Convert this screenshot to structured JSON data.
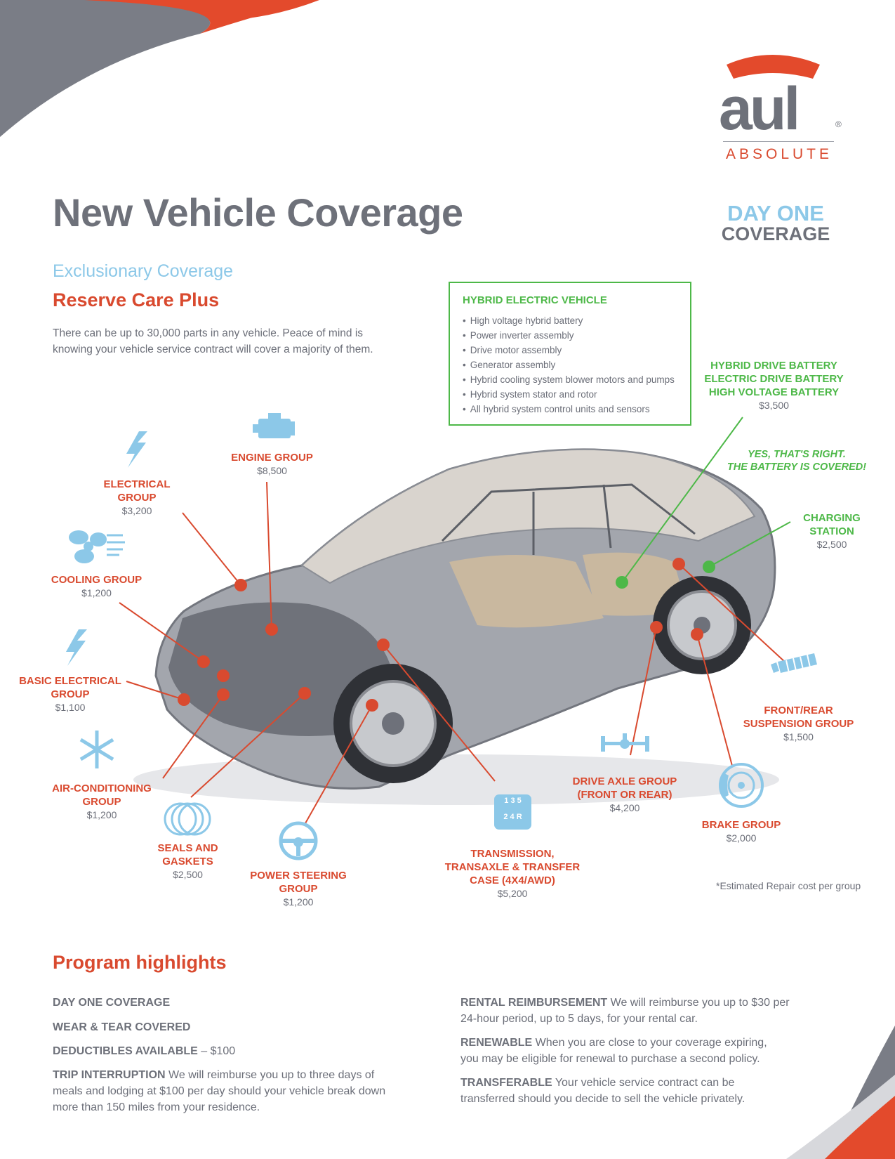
{
  "brand": {
    "logo_word": "aul",
    "logo_registered": "®",
    "logo_sub": "ABSOLUTE",
    "colors": {
      "red": "#d94a2f",
      "gray": "#6e717a",
      "light_blue": "#8cc8e8",
      "green": "#4db848"
    }
  },
  "header": {
    "title": "New Vehicle Coverage",
    "badge_line1": "DAY ONE",
    "badge_line2": "COVERAGE"
  },
  "intro": {
    "coverage_type": "Exclusionary Coverage",
    "plan_name": "Reserve Care Plus",
    "description": "There can be up to 30,000 parts in any vehicle. Peace of mind is knowing your vehicle service contract will cover a majority of them."
  },
  "hybrid_box": {
    "title": "HYBRID ELECTRIC VEHICLE",
    "items": [
      "High voltage hybrid battery",
      "Power inverter assembly",
      "Drive motor assembly",
      "Generator assembly",
      "Hybrid cooling system blower motors and pumps",
      "Hybrid system stator and rotor",
      "All hybrid system control units and sensors"
    ]
  },
  "groups": {
    "engine": {
      "name": "ENGINE GROUP",
      "cost": "$8,500",
      "icon": "engine-icon"
    },
    "electrical": {
      "name_1": "ELECTRICAL",
      "name_2": "GROUP",
      "cost": "$3,200",
      "icon": "lightning-icon"
    },
    "cooling": {
      "name": "COOLING GROUP",
      "cost": "$1,200",
      "icon": "fan-icon"
    },
    "basic_electrical": {
      "name_1": "BASIC ELECTRICAL",
      "name_2": "GROUP",
      "cost": "$1,100",
      "icon": "lightning-icon"
    },
    "air_conditioning": {
      "name_1": "AIR-CONDITIONING",
      "name_2": "GROUP",
      "cost": "$1,200",
      "icon": "snowflake-icon"
    },
    "seals": {
      "name_1": "SEALS AND",
      "name_2": "GASKETS",
      "cost": "$2,500",
      "icon": "seal-rings-icon"
    },
    "power_steering": {
      "name_1": "POWER STEERING",
      "name_2": "GROUP",
      "cost": "$1,200",
      "icon": "steering-wheel-icon"
    },
    "transmission": {
      "name_1": "TRANSMISSION,",
      "name_2": "TRANSAXLE & TRANSFER",
      "name_3": "CASE (4X4/AWD)",
      "cost": "$5,200",
      "icon": "gear-shift-icon",
      "shift_top": "1 3 5",
      "shift_bottom": "2 4 R"
    },
    "drive_axle": {
      "name_1": "DRIVE AXLE GROUP",
      "name_2": "(FRONT OR REAR)",
      "cost": "$4,200",
      "icon": "axle-icon"
    },
    "brake": {
      "name": "BRAKE GROUP",
      "cost": "$2,000",
      "icon": "brake-disc-icon"
    },
    "suspension": {
      "name_1": "FRONT/REAR",
      "name_2": "SUSPENSION GROUP",
      "cost": "$1,500",
      "icon": "shock-absorber-icon"
    },
    "charging": {
      "name_1": "CHARGING",
      "name_2": "STATION",
      "cost": "$2,500"
    },
    "hybrid_battery": {
      "name_1": "HYBRID DRIVE BATTERY",
      "name_2": "ELECTRIC DRIVE BATTERY",
      "name_3": "HIGH VOLTAGE BATTERY",
      "cost": "$3,500"
    }
  },
  "callout": {
    "line1": "YES, THAT'S RIGHT.",
    "line2": "THE BATTERY IS COVERED!"
  },
  "footnote": "*Estimated Repair cost per group",
  "highlights": {
    "title": "Program highlights",
    "day_one": "DAY ONE COVERAGE",
    "wear_tear": "WEAR & TEAR COVERED",
    "deductibles_label": "DEDUCTIBLES AVAILABLE",
    "deductibles_value": " – $100",
    "trip_label": "TRIP INTERRUPTION",
    "trip_text": " We will reimburse you up to three days of meals and lodging at $100 per day should your vehicle break down more than 150 miles from your residence.",
    "rental_label": "RENTAL REIMBURSEMENT",
    "rental_text": " We will reimburse you up to $30 per 24-hour period, up to 5 days, for your rental car.",
    "renewable_label": "RENEWABLE",
    "renewable_text": " When you are close to your coverage expiring, you may be eligible for renewal to purchase a second policy.",
    "transferable_label": "TRANSFERABLE",
    "transferable_text": " Your vehicle service contract can be transferred should you decide to sell the vehicle privately."
  }
}
